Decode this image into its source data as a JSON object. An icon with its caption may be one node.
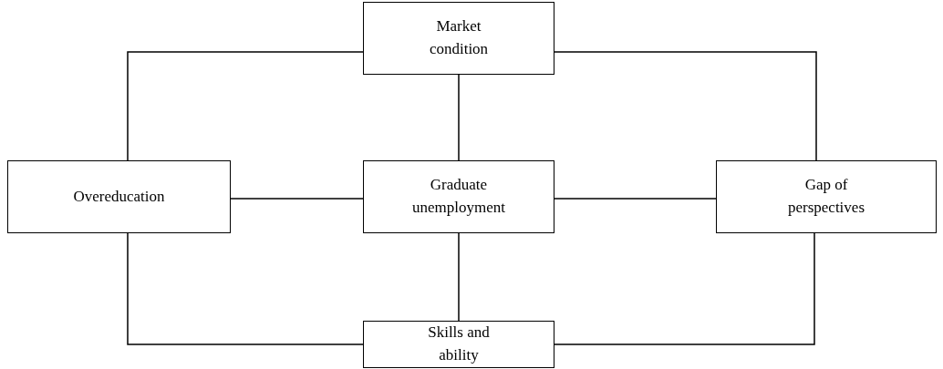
{
  "diagram": {
    "nodes": [
      {
        "text": [
          "Market condition"
        ]
      },
      {
        "text": [
          "Overeducation"
        ]
      },
      {
        "text": [
          "Graduate unemployment"
        ]
      },
      {
        "text": [
          "Gap of perspectives"
        ]
      },
      {
        "text": [
          "Skills and ability"
        ]
      }
    ],
    "edges": [
      {
        "from": 0,
        "to": 1,
        "arrow": "none"
      },
      {
        "from": 0,
        "to": 3,
        "arrow": "none"
      },
      {
        "from": 0,
        "to": 2,
        "arrow": "none"
      },
      {
        "from": 1,
        "to": 2,
        "arrow": "none"
      },
      {
        "from": 2,
        "to": 3,
        "arrow": "none"
      },
      {
        "from": 2,
        "to": 4,
        "arrow": "none"
      },
      {
        "from": 1,
        "to": 4,
        "arrow": "none"
      },
      {
        "from": 3,
        "to": 4,
        "arrow": "none"
      }
    ]
  }
}
